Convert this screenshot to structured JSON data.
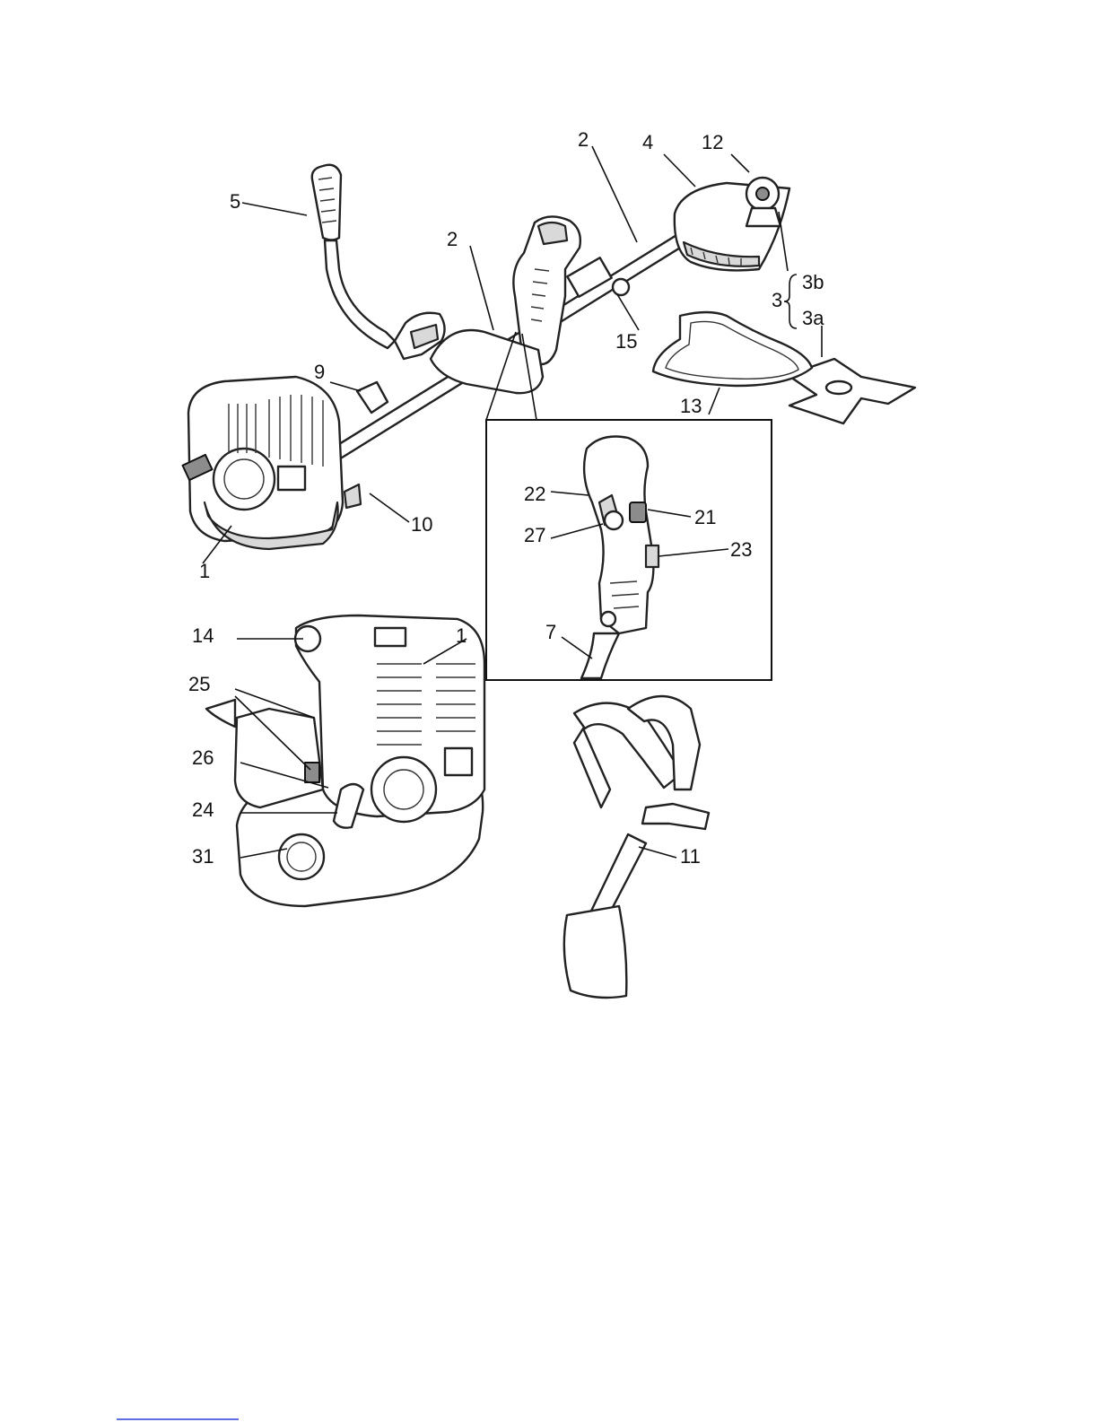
{
  "labels": {
    "l1_top": "1",
    "l2_mid": "2",
    "l2_right": "2",
    "l3": "3",
    "l3a": "3a",
    "l3b": "3b",
    "l4": "4",
    "l5": "5",
    "l7": "7",
    "l9": "9",
    "l10": "10",
    "l11": "11",
    "l12": "12",
    "l13": "13",
    "l14": "14",
    "l15": "15",
    "l21": "21",
    "l22": "22",
    "l23": "23",
    "l24": "24",
    "l25": "25",
    "l26": "26",
    "l27": "27",
    "l31": "31",
    "l1_engine": "1"
  },
  "colors": {
    "ink": "#111111",
    "shading": "#d9d9d9",
    "dark_part": "#8c8c8c",
    "footer_link": "#2b3fd6"
  }
}
